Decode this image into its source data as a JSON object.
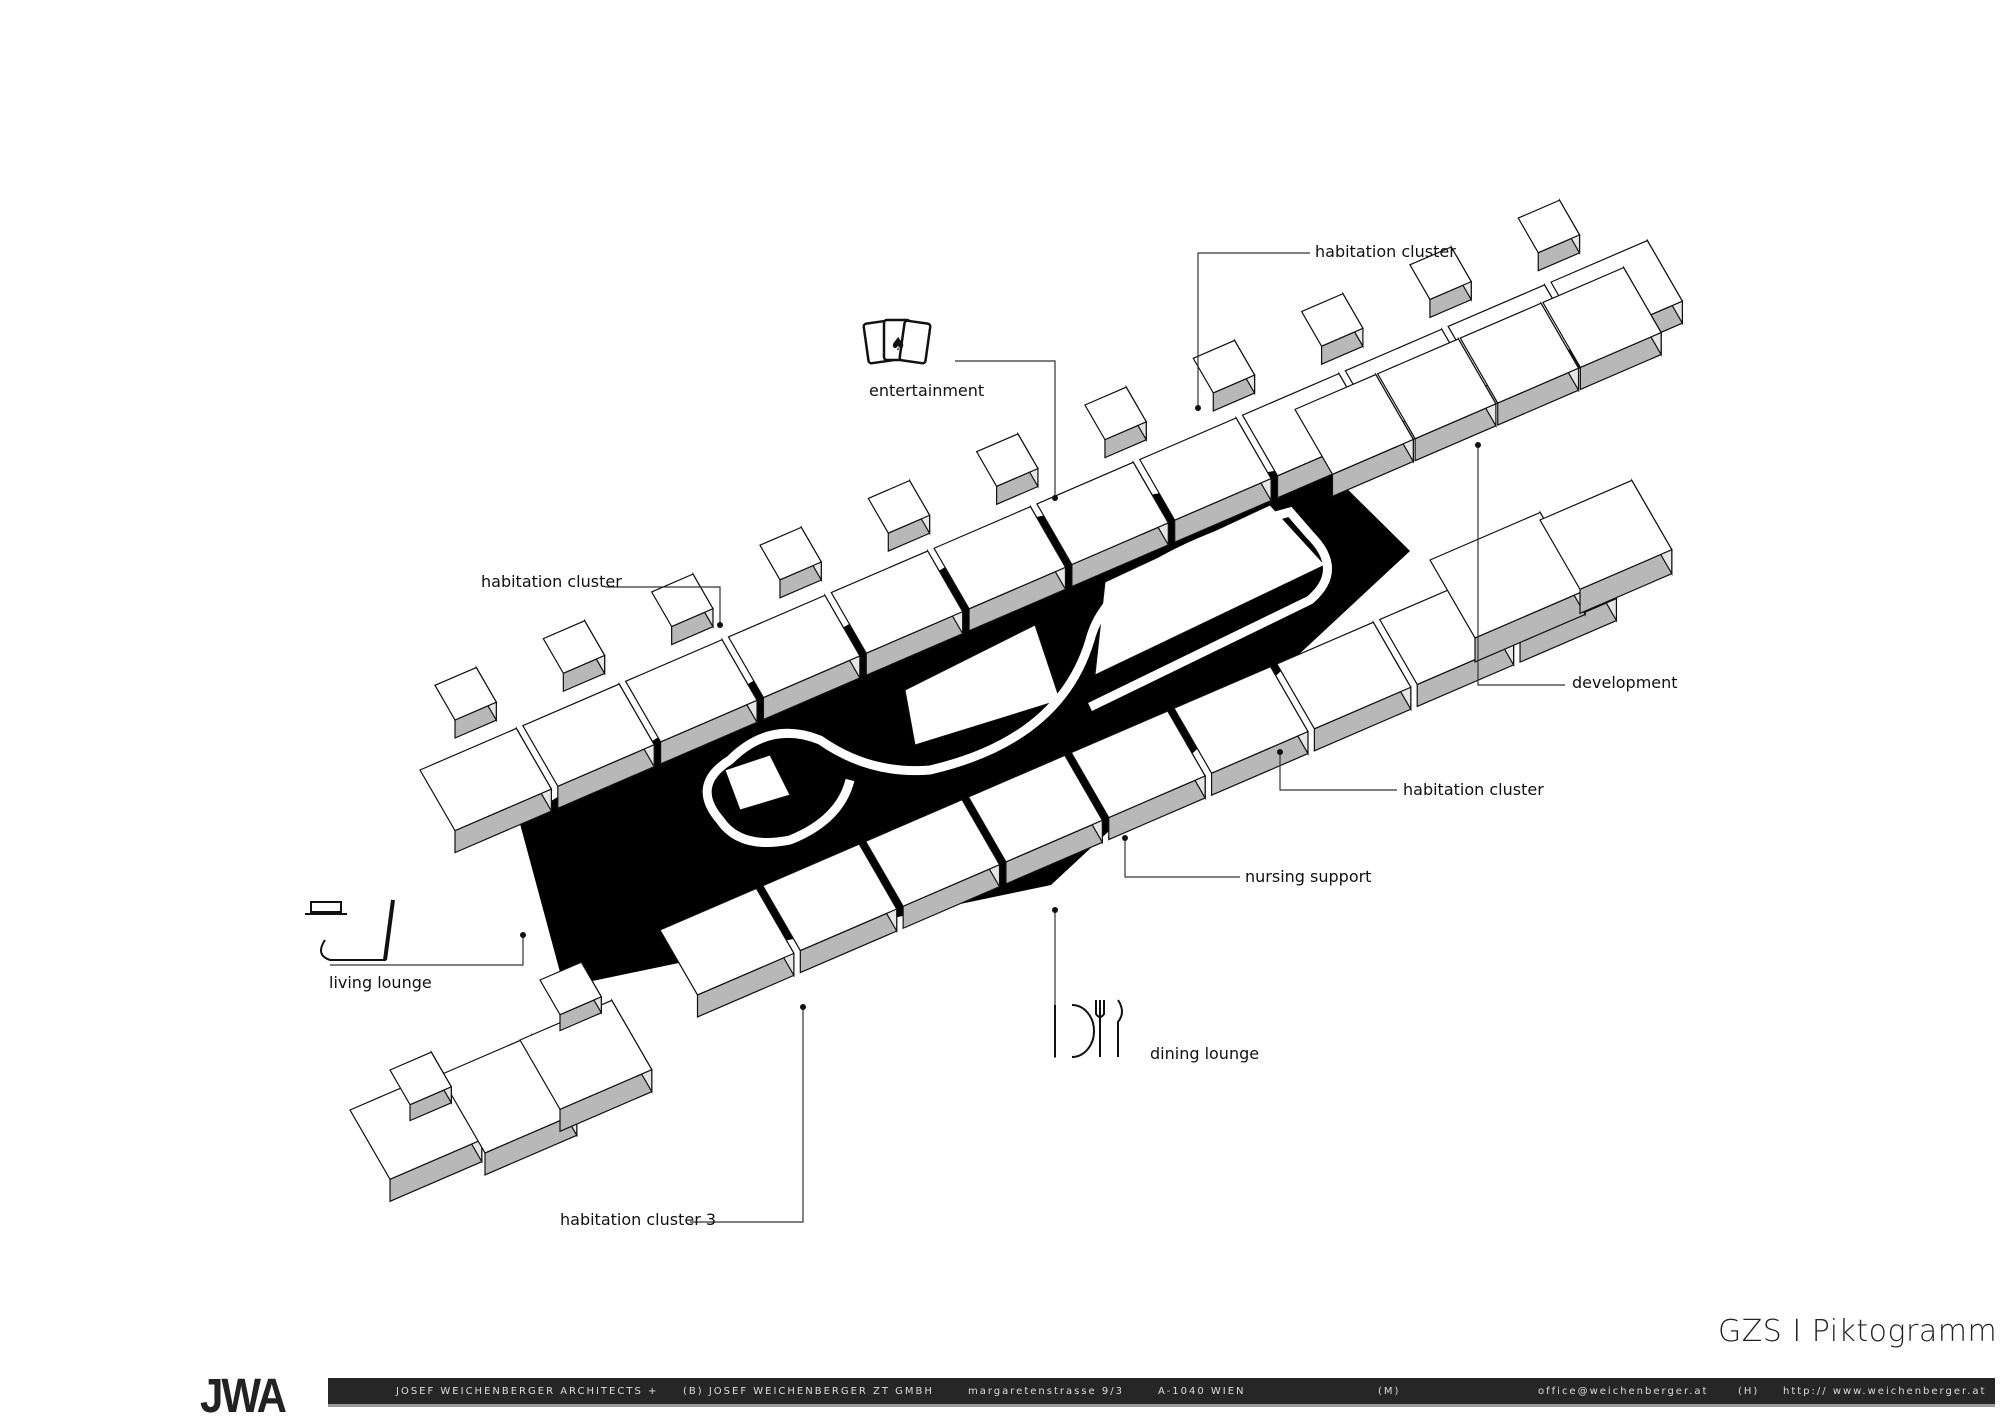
{
  "title": "GZS  I  Piktogramm",
  "labels": {
    "habitation_cluster_top": "habitation cluster",
    "entertainment": "entertainment",
    "habitation_cluster_left": "habitation cluster",
    "development": "development",
    "habitation_cluster_right": "habitation cluster",
    "nursing_support": "nursing support",
    "living_lounge": "living lounge",
    "dining_lounge": "dining lounge",
    "habitation_cluster_3": "habitation cluster 3"
  },
  "icons": {
    "entertainment": "playing-cards-icon",
    "living": "armchair-coffee-icon",
    "dining": "plate-cutlery-icon"
  },
  "footer": {
    "logo": "JWA",
    "company": "JOSEF WEICHENBERGER ARCHITECTS +",
    "firm": "(B) JOSEF WEICHENBERGER ZT GMBH",
    "street": "margaretenstrasse 9/3",
    "city": "A-1040 WIEN",
    "mail_label": "(M)",
    "email": "office@weichenberger.at",
    "web_label": "(H)",
    "website": "http:// www.weichenberger.at"
  },
  "colors": {
    "plaza": "#000000",
    "block_top": "#ffffff",
    "block_side": "#b8b8b8",
    "footer_bar": "#262626"
  }
}
